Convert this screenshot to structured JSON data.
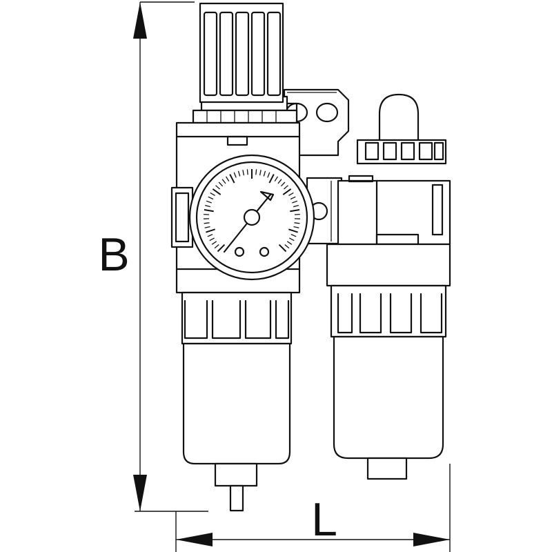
{
  "dimensions": {
    "height_label": "B",
    "length_label": "L"
  },
  "gauge": {
    "tick_count": 50
  }
}
